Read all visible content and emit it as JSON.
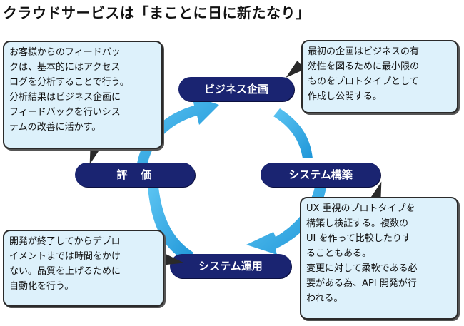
{
  "title": "クラウドサービスは「まことに日に新たなり」",
  "colors": {
    "pill": "#1a2471",
    "arrow": "#29a9e8",
    "note_fill": "#ddf1fb",
    "note_border": "#2a2a2a"
  },
  "stages": {
    "planning": "ビジネス企画",
    "build": "システム構築",
    "operation": "システム運用",
    "evaluation": "評　価"
  },
  "notes": {
    "feedback": "お客様からのフィードバッ\nクは、基本的にはアクセス\nログを分析することで行う。\n分析結果はビジネス企画に\nフィードバックを行いシス\nテムの改善に活かす。",
    "planning": "最初の企画はビジネスの有\n効性を図るために最小限の\nものをプロトタイプとして\n作成し公開する。",
    "build": "UX 重視のプロトタイプを\n構築し検証する。複数の\nUI を作って比較したりす\nることもある。\n変更に対して柔軟である必\n要がある為、API 開発が行\nわれる。",
    "operation": "開発が終了してからデプロ\nイメントまでは時間をかけ\nない。品質を上げるために\n自動化を行う。"
  }
}
